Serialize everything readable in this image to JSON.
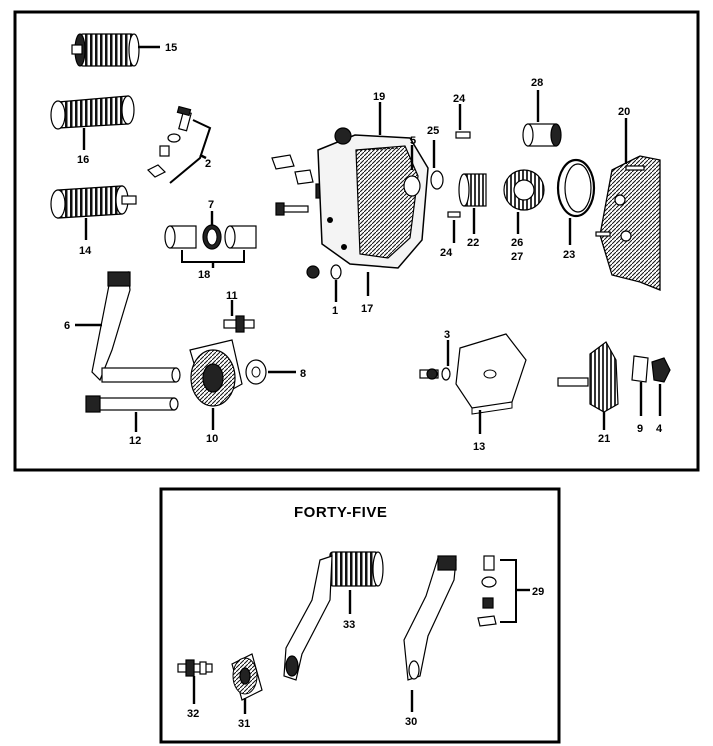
{
  "inset": {
    "title": "FORTY-FIVE"
  },
  "callouts": {
    "c1": "1",
    "c2": "2",
    "c3": "3",
    "c4": "4",
    "c5": "5",
    "c6": "6",
    "c7": "7",
    "c8": "8",
    "c9": "9",
    "c10": "10",
    "c11": "11",
    "c12": "12",
    "c13": "13",
    "c14": "14",
    "c15": "15",
    "c16": "16",
    "c17": "17",
    "c18": "18",
    "c19": "19",
    "c20": "20",
    "c21": "21",
    "c22": "22",
    "c23": "23",
    "c24a": "24",
    "c24b": "24",
    "c25": "25",
    "c26": "26",
    "c27": "27",
    "c28": "28",
    "c29": "29",
    "c30": "30",
    "c31": "31",
    "c32": "32",
    "c33": "33"
  }
}
